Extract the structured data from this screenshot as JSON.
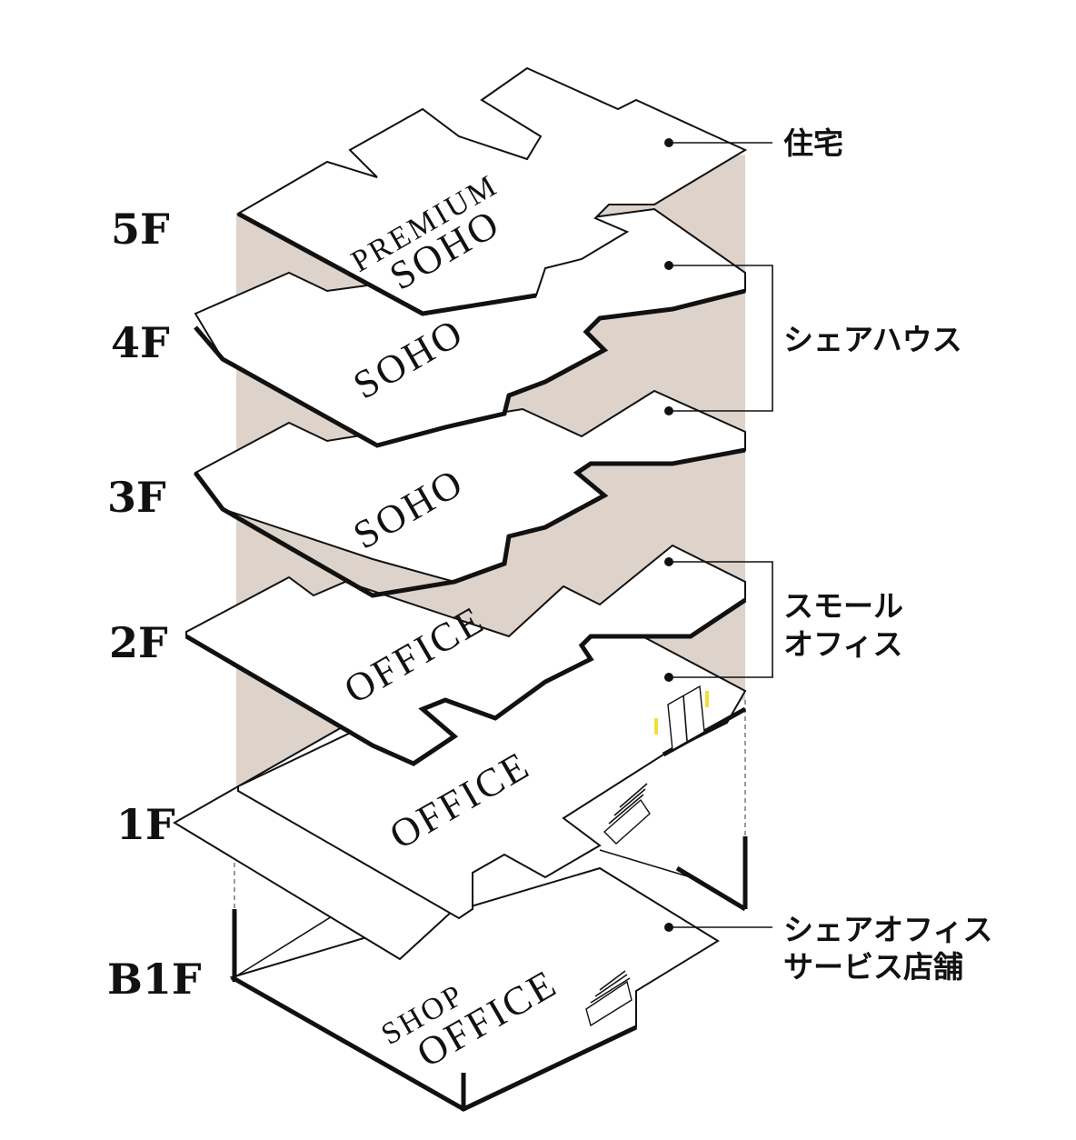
{
  "floors": [
    "5F",
    "4F",
    "3F",
    "2F",
    "1F",
    "B1F"
  ],
  "rooms": {
    "f5_top": "PREMIUM",
    "f5_main": "SOHO",
    "f4": "SOHO",
    "f3": "SOHO",
    "f2": "OFFICE",
    "f1": "OFFICE",
    "b1_top": "SHOP",
    "b1_main": "OFFICE"
  },
  "uses": {
    "residence": "住宅",
    "share_house": "シェアハウス",
    "small_office_line1": "スモール",
    "small_office_line2": "オフィス",
    "share_office_line1": "シェアオフィス",
    "share_office_line2": "サービス店舗"
  },
  "colors": {
    "core": "#ddd3cb",
    "line": "#111111",
    "accent": "#f1e03a"
  }
}
